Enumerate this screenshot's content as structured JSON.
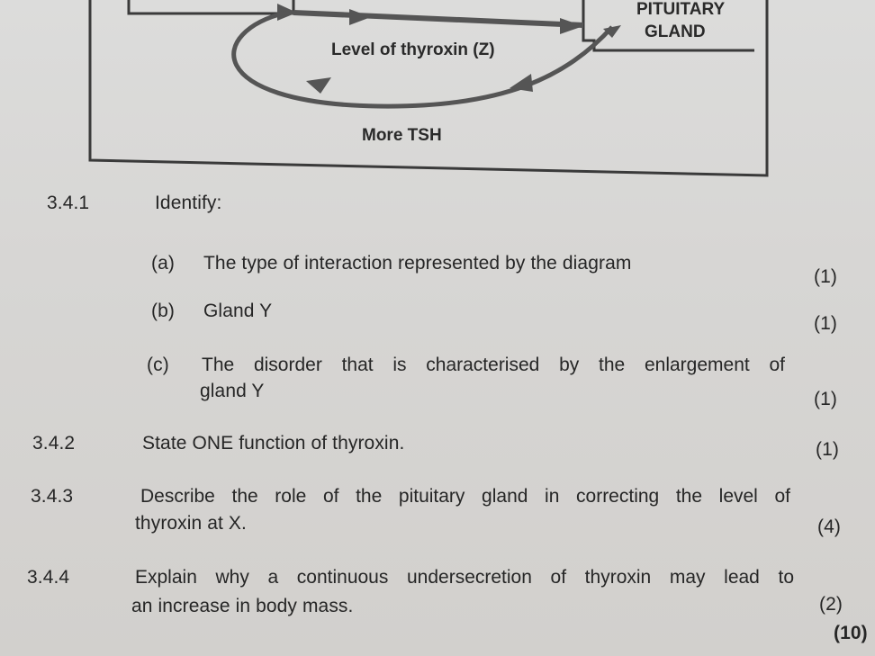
{
  "diagram": {
    "gland_label_line1": "PITUITARY",
    "gland_label_line2": "GLAND",
    "feedback_label": "Level of thyroxin (Z)",
    "hormone_label": "More TSH"
  },
  "questions": {
    "q341": {
      "number": "3.4.1",
      "prompt": "Identify:",
      "parts": [
        {
          "letter": "(a)",
          "text": "The type of interaction represented by the diagram",
          "marks": "(1)"
        },
        {
          "letter": "(b)",
          "text": "Gland Y",
          "marks": "(1)"
        },
        {
          "letter": "(c)",
          "text_line1": "The disorder that is characterised by the enlargement of",
          "text_line2": "gland Y",
          "marks": "(1)"
        }
      ]
    },
    "q342": {
      "number": "3.4.2",
      "text": "State ONE function of thyroxin.",
      "marks": "(1)"
    },
    "q343": {
      "number": "3.4.3",
      "text_line1": "Describe the role of the pituitary gland in correcting the level of",
      "text_line2": "thyroxin at X.",
      "marks": "(4)"
    },
    "q344": {
      "number": "3.4.4",
      "text_line1": "Explain why a continuous undersecretion of thyroxin may lead to",
      "text_line2": "an increase in body mass.",
      "marks": "(2)"
    },
    "total": "(10)"
  }
}
